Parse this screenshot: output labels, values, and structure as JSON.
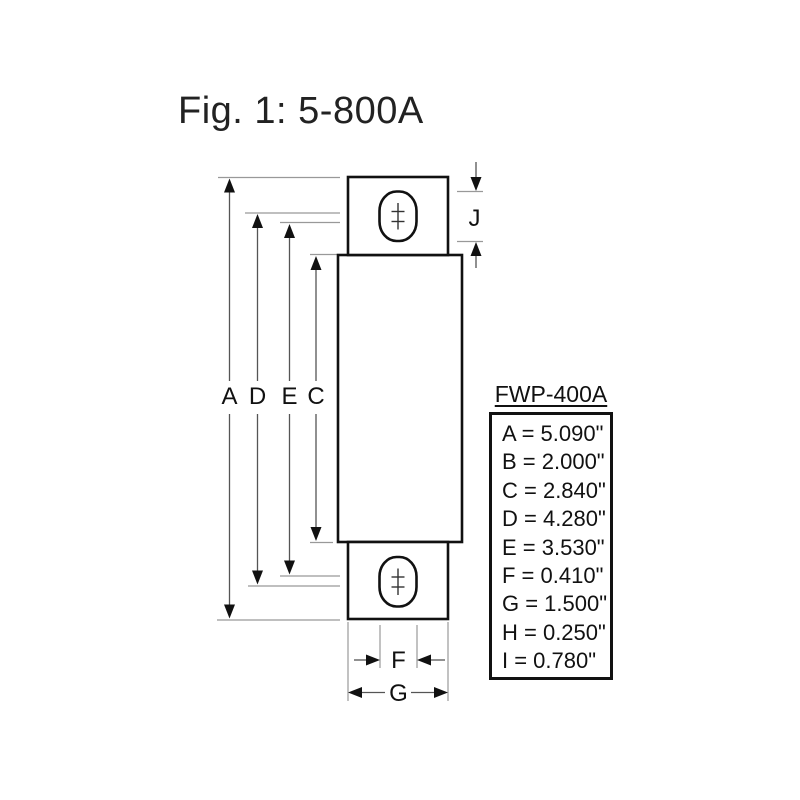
{
  "figure": {
    "title": "Fig. 1: 5-800A"
  },
  "drawing": {
    "description": "fuse-outline-with-terminal-tabs-and-slotted-holes",
    "labels": {
      "A": "A",
      "D": "D",
      "E": "E",
      "C": "C",
      "F": "F",
      "G": "G",
      "J": "J"
    }
  },
  "spec_table": {
    "header": "FWP-400A",
    "rows": [
      {
        "label": "A",
        "value": "5.090\"",
        "display": "A = 5.090\""
      },
      {
        "label": "B",
        "value": "2.000\"",
        "display": "B = 2.000\""
      },
      {
        "label": "C",
        "value": "2.840\"",
        "display": "C = 2.840\""
      },
      {
        "label": "D",
        "value": "4.280\"",
        "display": "D = 4.280\""
      },
      {
        "label": "E",
        "value": "3.530\"",
        "display": "E = 3.530\""
      },
      {
        "label": "F",
        "value": "0.410\"",
        "display": "F = 0.410\""
      },
      {
        "label": "G",
        "value": "1.500\"",
        "display": "G = 1.500\""
      },
      {
        "label": "H",
        "value": "0.250\"",
        "display": "H = 0.250\""
      },
      {
        "label": "I",
        "value": "0.780\"",
        "display": "I = 0.780\""
      }
    ]
  },
  "colors": {
    "background": "#ffffff",
    "outline": "#111111",
    "dimension_line": "#555555",
    "extension_line": "#999999",
    "text": "#111111"
  }
}
